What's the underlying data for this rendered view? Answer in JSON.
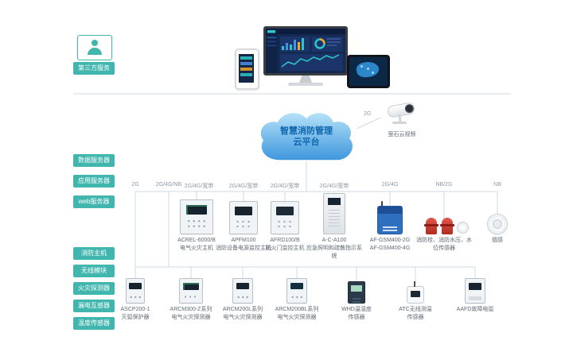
{
  "third_party": {
    "label": "第三方服务"
  },
  "server_tags": [
    {
      "label": "数据服务器"
    },
    {
      "label": "应用服务器"
    },
    {
      "label": "web服务器"
    }
  ],
  "device_tags": [
    {
      "label": "消防主机"
    },
    {
      "label": "无线模块"
    },
    {
      "label": "火灾探测器"
    },
    {
      "label": "漏电互感器"
    },
    {
      "label": "温度传感器"
    }
  ],
  "cloud": {
    "line1": "智慧消防管理",
    "line2": "云平台"
  },
  "camera": {
    "conn": "2G",
    "label": "萤石云视频"
  },
  "trunk_links": [
    {
      "label": "2G"
    },
    {
      "label": "2G/4G/NB"
    }
  ],
  "middle_devices": [
    {
      "conn": "2G/4G/宽带",
      "model": "ACREL-6000/B",
      "name": "电气火灾主机"
    },
    {
      "conn": "2G/4G/宽带",
      "model": "APFM100",
      "name": "消防设备电源监控主机"
    },
    {
      "conn": "2G/4G/宽带",
      "model": "AFRD100/B",
      "name": "防火门监控主机"
    },
    {
      "conn": "2G/4G/宽带",
      "model": "A-C-A100",
      "name": "应急照明和疏散指示系统"
    },
    {
      "conn": "2G/4G",
      "model": "AF-GSM400-2G",
      "name": "AF-GSM400-4G"
    },
    {
      "conn": "NB/2G",
      "model": "",
      "name": "消防栓、消防水压、水位传感器"
    },
    {
      "conn": "NB",
      "model": "",
      "name": "烟感"
    }
  ],
  "bottom_devices": [
    {
      "model": "ASCP200-1",
      "name": "灭弧保护器"
    },
    {
      "model": "ARCM300-Z系列",
      "name": "电气火灾探测器"
    },
    {
      "model": "ARCM200L系列",
      "name": "电气火灾探测器"
    },
    {
      "model": "ARCM200BL系列",
      "name": "电气火灾探测器"
    },
    {
      "model": "WHD温湿度",
      "name": "传感器"
    },
    {
      "model": "ATC无线测温",
      "name": "传感器"
    },
    {
      "model": "AAFD故障电弧",
      "name": ""
    }
  ],
  "colors": {
    "teal": "#41b6ae",
    "line": "#cdd9e1",
    "cloud_blue": "#3f97dd",
    "alert_red": "#b02a20",
    "device_blue": "#2e6fc0"
  }
}
